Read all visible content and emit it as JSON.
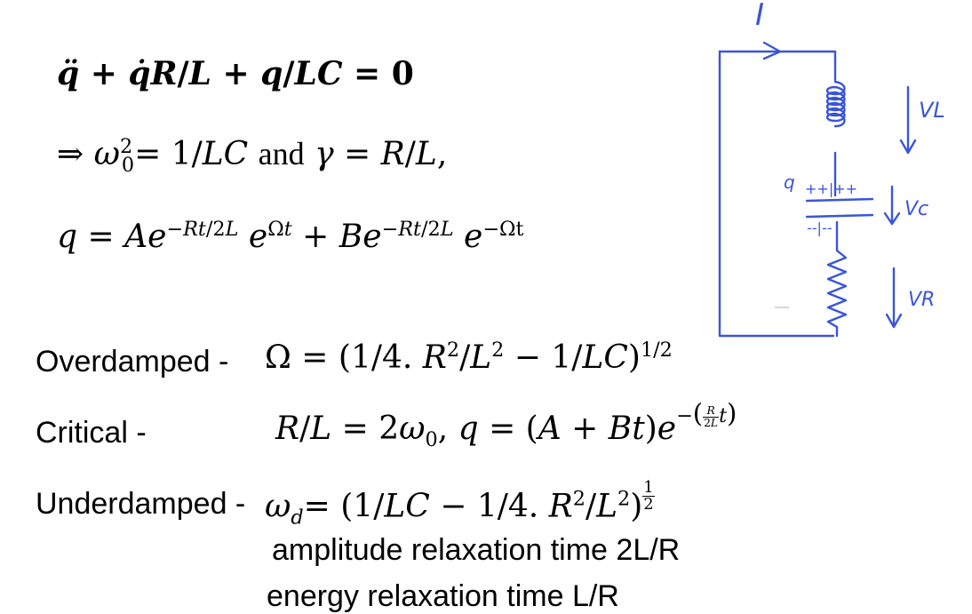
{
  "equation_1": {
    "display": "q̈ + q̇R/L + q/LC = 0"
  },
  "equation_2": {
    "display": "⇒ ω0² = 1/LC and γ = R/L,"
  },
  "equation_3": {
    "display": "q = Ae^(−Rt/2L) e^(Ωt) + Be^(−Rt/2L) e^(−Ωt)"
  },
  "cases": [
    {
      "label": "Overdamped -",
      "formula": "Ω = (1/4. R²/L² − 1/LC)^(1/2)"
    },
    {
      "label": "Critical -",
      "formula": "R/L = 2ω0, q = (A + Bt)e^(−(R/2L t))"
    },
    {
      "label": "Underdamped -",
      "formula": "ωd = (1/LC − 1/4. R²/L²)^(1/2)"
    }
  ],
  "notes": [
    "amplitude relaxation time 2L/R",
    "energy relaxation time L/R"
  ],
  "circuit": {
    "current_label": "I",
    "charge_label": "q",
    "plus_marks": "++|++",
    "minus_marks": "--|--",
    "voltage_labels": [
      "VL",
      "Vc",
      "VR"
    ],
    "ink_color": "#3a55d9"
  }
}
